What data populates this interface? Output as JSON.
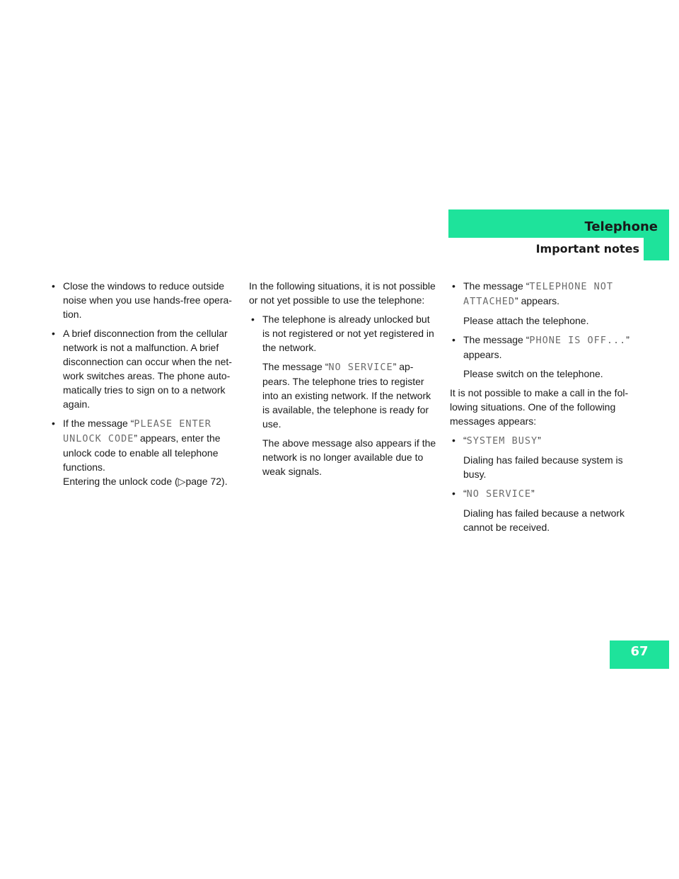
{
  "header": {
    "section": "Telephone",
    "subsection": "Important notes"
  },
  "page_number": "67",
  "col1": {
    "b1": "Close the windows to reduce outside noise when you use hands-free opera- tion.",
    "b2": "A brief disconnection from the cellular network is not a malfunction. A brief disconnection can occur when the net- work switches areas. The phone auto- matically tries to sign on to a network again.",
    "b3_pre": "If the message “",
    "b3_code": "PLEASE ENTER UNLOCK CODE",
    "b3_post": "” appears, enter the unlock code to enable all telephone functions.",
    "b3_ref_pre": "Entering the unlock code (",
    "b3_ref_arrow": "▷",
    "b3_ref_post": "page 72)."
  },
  "col2": {
    "intro": "In the following situations, it is not possible or not yet possible to use the telephone:",
    "b1": "The telephone is already unlocked but is not registered or not yet registered in the network.",
    "msg_pre": "The message “",
    "msg_code": "NO SERVICE",
    "msg_post": "” ap- pears. The telephone tries to register into an existing network. If the network is available, the telephone is ready for use.",
    "note": "The above message also appears if the network is no longer available due to weak signals."
  },
  "col3": {
    "b1_pre": "The message “",
    "b1_code": "TELEPHONE NOT ATTACHED",
    "b1_post": "” appears.",
    "b1_sub": "Please attach the telephone.",
    "b2_pre": "The message “",
    "b2_code": "PHONE IS OFF...",
    "b2_post": "” appears.",
    "b2_sub": "Please switch on the telephone.",
    "intro": "It is not possible to make a call in the fol- lowing situations. One of the following messages appears:",
    "b3_open": "“",
    "b3_code": "SYSTEM BUSY",
    "b3_close": "”",
    "b3_sub": "Dialing has failed because system is busy.",
    "b4_open": "“",
    "b4_code": "NO SERVICE",
    "b4_close": "”",
    "b4_sub": "Dialing has failed because a network cannot be received."
  }
}
